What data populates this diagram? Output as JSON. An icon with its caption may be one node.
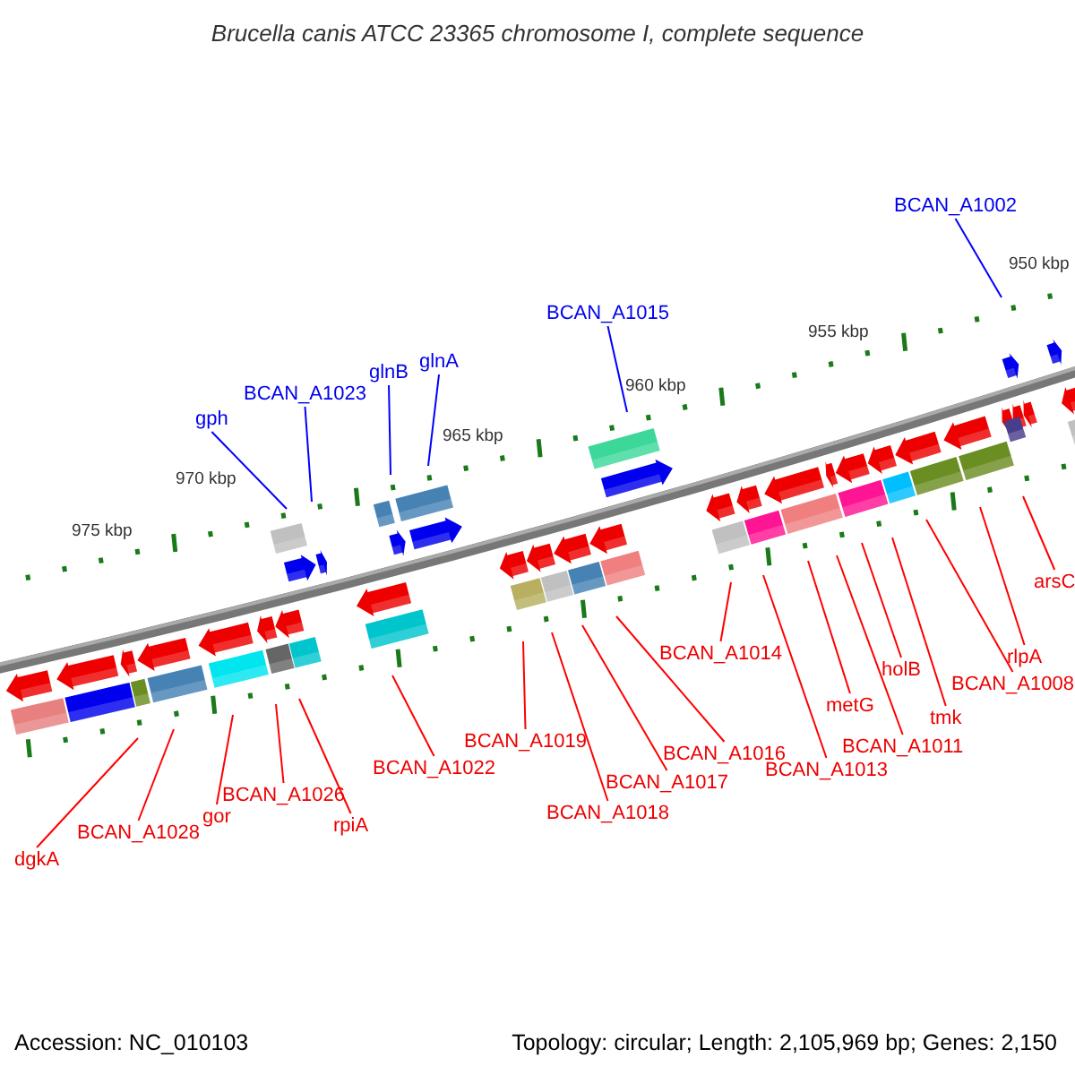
{
  "diagram": {
    "title": "Brucella canis ATCC 23365 chromosome I, complete sequence",
    "nodes": [
      {
        "text": [
          "BCAN_A1002"
        ]
      },
      {
        "text": [
          "BCAN_A1015"
        ]
      },
      {
        "text": [
          "gph"
        ]
      },
      {
        "text": [
          "BCAN_A1023"
        ]
      },
      {
        "text": [
          "glnB"
        ]
      },
      {
        "text": [
          "glnA"
        ]
      },
      {
        "text": [
          "arsC"
        ]
      },
      {
        "text": [
          "rlpA"
        ]
      },
      {
        "text": [
          "BCAN_A1014"
        ]
      },
      {
        "text": [
          "holB"
        ]
      },
      {
        "text": [
          "BCAN_A1008"
        ]
      },
      {
        "text": [
          "metG"
        ]
      },
      {
        "text": [
          "tmk"
        ]
      },
      {
        "text": [
          "BCAN_A1019"
        ]
      },
      {
        "text": [
          "BCAN_A1011"
        ]
      },
      {
        "text": [
          "BCAN_A1016"
        ]
      },
      {
        "text": [
          "BCAN_A1022"
        ]
      },
      {
        "text": [
          "BCAN_A1013"
        ]
      },
      {
        "text": [
          "BCAN_A1017"
        ]
      },
      {
        "text": [
          "BCAN_A1026"
        ]
      },
      {
        "text": [
          "gor"
        ]
      },
      {
        "text": [
          "BCAN_A1018"
        ]
      },
      {
        "text": [
          "rpiA"
        ]
      },
      {
        "text": [
          "BCAN_A1028"
        ]
      },
      {
        "text": [
          "dgkA"
        ]
      }
    ],
    "edges": [
      {
        "from": 0,
        "to": null,
        "arrow": "none",
        "color": "#0000ff"
      },
      {
        "from": 1,
        "to": null,
        "arrow": "none",
        "color": "#0000ff"
      },
      {
        "from": 2,
        "to": null,
        "arrow": "none",
        "color": "#0000ff"
      },
      {
        "from": 3,
        "to": null,
        "arrow": "none",
        "color": "#0000ff"
      },
      {
        "from": 4,
        "to": null,
        "arrow": "none",
        "color": "#0000ff"
      },
      {
        "from": 5,
        "to": null,
        "arrow": "none",
        "color": "#0000ff"
      },
      {
        "from": 6,
        "to": null,
        "arrow": "none"
      },
      {
        "from": 7,
        "to": null,
        "arrow": "none"
      },
      {
        "from": 8,
        "to": null,
        "arrow": "none"
      },
      {
        "from": 9,
        "to": null,
        "arrow": "none"
      },
      {
        "from": 10,
        "to": null,
        "arrow": "none"
      },
      {
        "from": 11,
        "to": null,
        "arrow": "none"
      },
      {
        "from": 12,
        "to": null,
        "arrow": "none"
      },
      {
        "from": 13,
        "to": null,
        "arrow": "none"
      },
      {
        "from": 14,
        "to": null,
        "arrow": "none"
      },
      {
        "from": 15,
        "to": null,
        "arrow": "none"
      },
      {
        "from": 16,
        "to": null,
        "arrow": "none"
      },
      {
        "from": 17,
        "to": null,
        "arrow": "none"
      },
      {
        "from": 18,
        "to": null,
        "arrow": "none"
      },
      {
        "from": 19,
        "to": null,
        "arrow": "none"
      },
      {
        "from": 20,
        "to": null,
        "arrow": "none"
      },
      {
        "from": 21,
        "to": null,
        "arrow": "none"
      },
      {
        "from": 22,
        "to": null,
        "arrow": "none"
      },
      {
        "from": 23,
        "to": null,
        "arrow": "none"
      },
      {
        "from": 24,
        "to": null,
        "arrow": "none"
      }
    ],
    "labels": [
      "950 kbp",
      "955 kbp",
      "960 kbp",
      "965 kbp",
      "970 kbp",
      "975 kbp",
      "Accession: NC_010103",
      "Topology: circular; Length: 2,105,969 bp; Genes: 2,150"
    ]
  }
}
